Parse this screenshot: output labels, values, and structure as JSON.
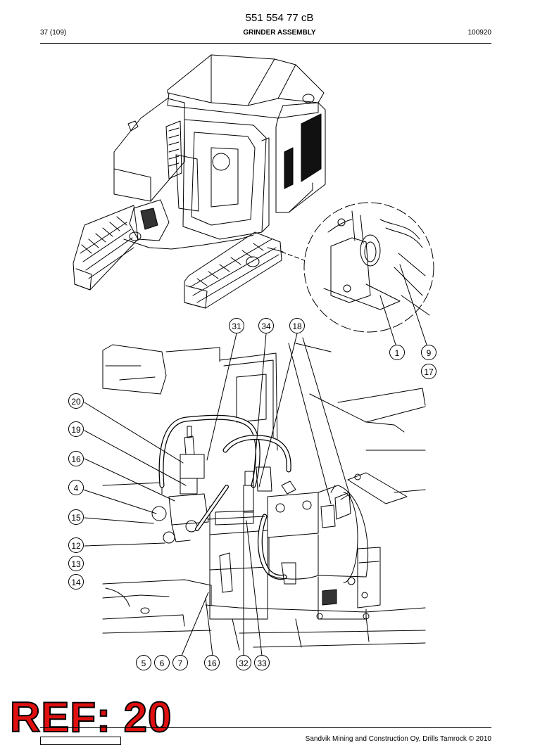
{
  "header": {
    "doc_number": "551 554 77 cB",
    "page": "37 (109)",
    "title": "GRINDER ASSEMBLY",
    "date_code": "100920"
  },
  "callouts": {
    "c31": "31",
    "c34": "34",
    "c18": "18",
    "c1": "1",
    "c9": "9",
    "c17": "17",
    "c20": "20",
    "c19": "19",
    "c16a": "16",
    "c4": "4",
    "c15": "15",
    "c12": "12",
    "c13": "13",
    "c14": "14",
    "c5": "5",
    "c6": "6",
    "c7": "7",
    "c16b": "16",
    "c32": "32",
    "c33": "33"
  },
  "stamp": {
    "text": "REF: 20",
    "color": "#e01010"
  },
  "footer": {
    "copyright": "Sandvik Mining and Construction Oy, Drills Tamrock © 2010"
  }
}
